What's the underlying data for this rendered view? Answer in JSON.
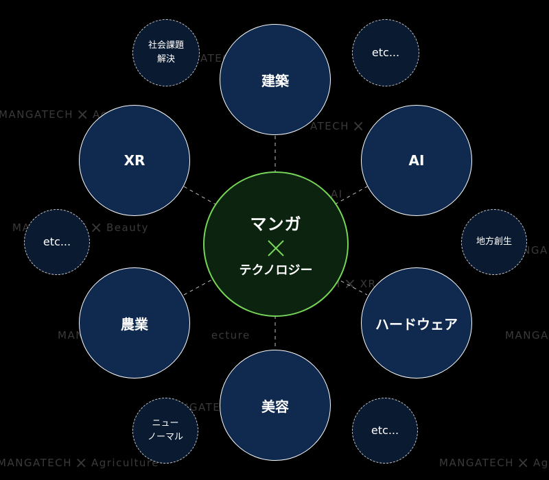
{
  "background_texts": [
    {
      "left": "MANGATECH",
      "right": "Agri"
    },
    {
      "left": "MANGATECH",
      "right": "Beauty"
    },
    {
      "left": "MANGA",
      "right": "ecture"
    },
    {
      "left": "MANGATECH",
      "right": ""
    },
    {
      "left": "MANGATECH",
      "right": "Agriculture"
    },
    {
      "left": "MANGATECH",
      "right": "Agriculture"
    },
    {
      "left": "MANGATECH",
      "right": ""
    },
    {
      "left": "ATECH",
      "right": ""
    },
    {
      "left": "",
      "right": "AI"
    },
    {
      "left": "H",
      "right": "XR"
    },
    {
      "left": "MANGA",
      "right": ""
    },
    {
      "left": "MANGA",
      "right": ""
    }
  ],
  "center": {
    "line1": "マンガ",
    "line2": "テクノロジー",
    "cross_color": "#77d65a"
  },
  "main_nodes": {
    "architecture": "建築",
    "ai": "AI",
    "hardware": "ハードウェア",
    "beauty": "美容",
    "agriculture": "農業",
    "xr": "XR"
  },
  "minor_nodes": {
    "social": [
      "社会課題",
      "解決"
    ],
    "etc_top": "etc...",
    "regional": "地方創生",
    "etc_bottom": "etc...",
    "new_normal": [
      "ニュー",
      "ノーマル"
    ],
    "etc_left": "etc..."
  },
  "colors": {
    "background": "#000000",
    "main_fill": "#0f2a4e",
    "minor_fill": "#0a1a30",
    "center_fill": "#0b230f",
    "center_border": "#77d65a"
  }
}
